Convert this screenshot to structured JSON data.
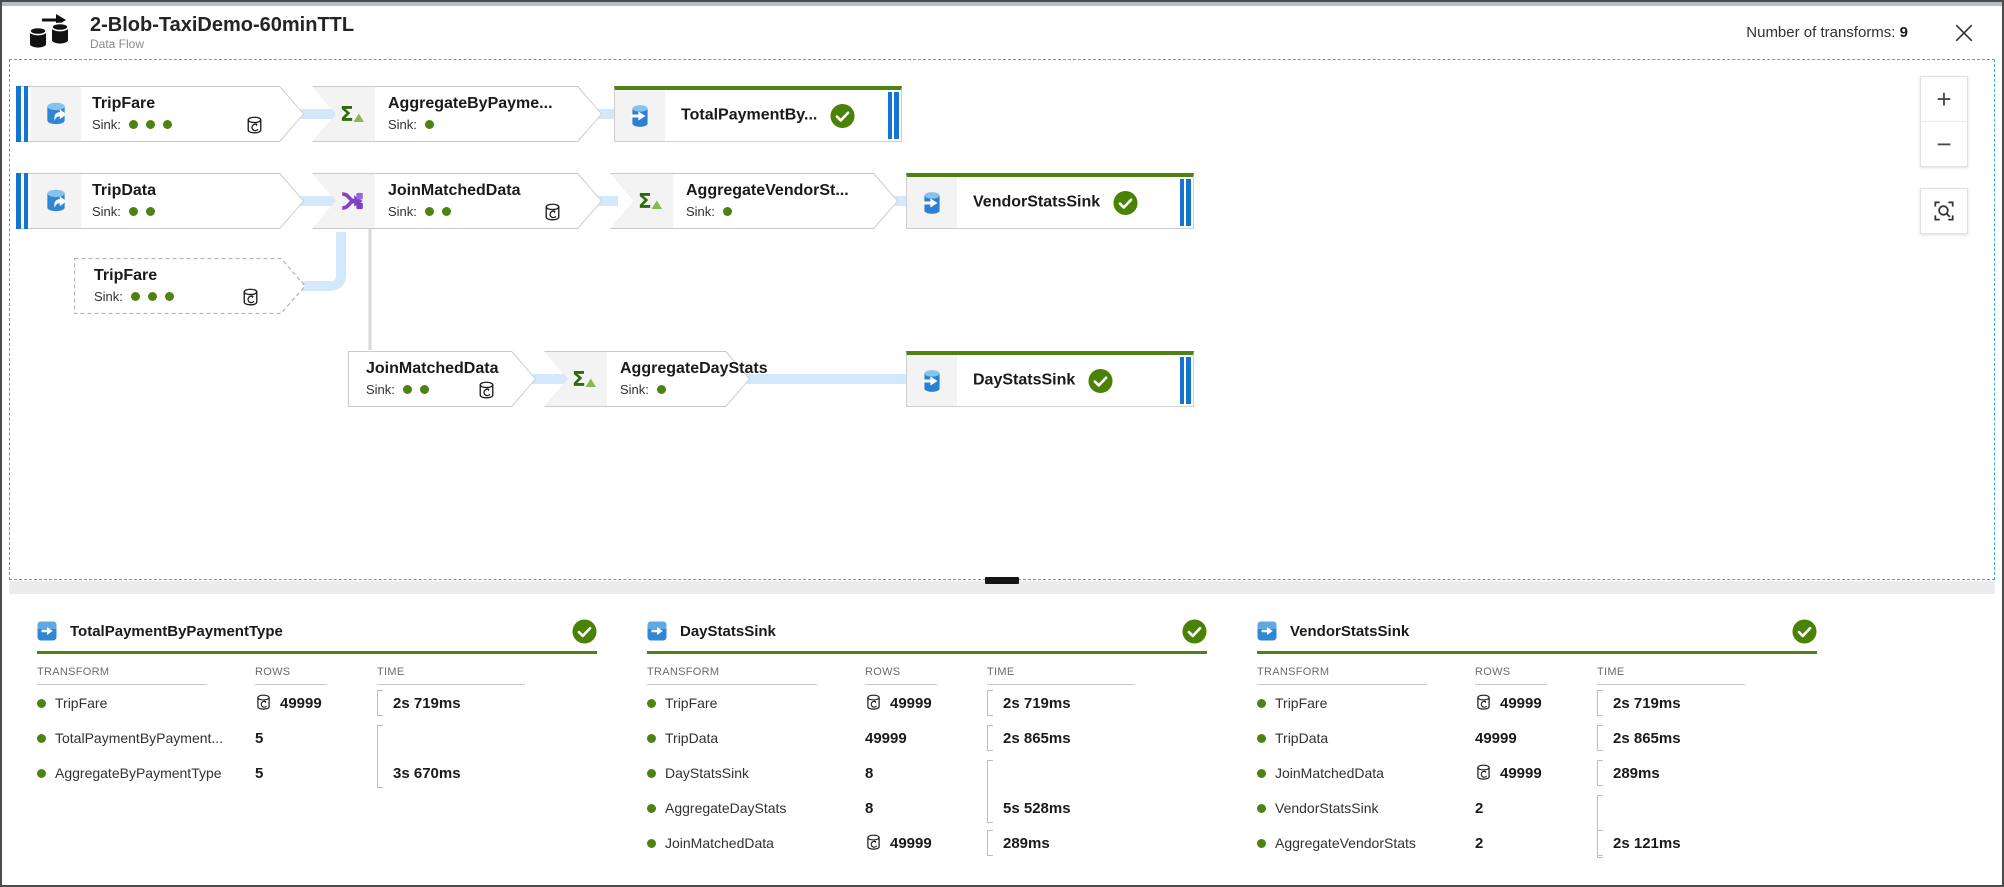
{
  "header": {
    "title": "2-Blob-TaxiDemo-60minTTL",
    "subtitle": "Data Flow",
    "transforms_label": "Number of transforms:",
    "transforms_count": "9"
  },
  "canvas_controls": {
    "zoom_in": "+",
    "zoom_out": "−"
  },
  "colors": {
    "accent_blue": "#1374d4",
    "success_green": "#498205",
    "green_accent": "#4e8212",
    "connector_blue": "#d3e9fb",
    "join_purple": "#8142c8",
    "canvas_selection_blue": "#3eaae4"
  },
  "flow": {
    "sink_label": "Sink:",
    "nodes": [
      {
        "title": "TripFare",
        "dots": 3
      },
      {
        "title": "AggregateByPayme...",
        "dots": 1
      },
      {
        "title": "TotalPaymentBy..."
      },
      {
        "title": "TripData",
        "dots": 2
      },
      {
        "title": "JoinMatchedData",
        "dots": 2
      },
      {
        "title": "AggregateVendorSt...",
        "dots": 1
      },
      {
        "title": "VendorStatsSink"
      },
      {
        "title": "TripFare",
        "dots": 3
      },
      {
        "title": "JoinMatchedData",
        "dots": 2
      },
      {
        "title": "AggregateDayStats",
        "dots": 1
      },
      {
        "title": "DayStatsSink"
      }
    ]
  },
  "tables": [
    {
      "title": "TotalPaymentByPaymentType",
      "columns": [
        "TRANSFORM",
        "ROWS",
        "TIME"
      ],
      "rows": [
        {
          "name": "TripFare",
          "cached": true,
          "rows": "49999",
          "time": "2s 719ms"
        },
        {
          "name": "TotalPaymentByPayment...",
          "cached": false,
          "rows": "5",
          "time": ""
        },
        {
          "name": "AggregateByPaymentType",
          "cached": false,
          "rows": "5",
          "time": "3s 670ms"
        }
      ]
    },
    {
      "title": "DayStatsSink",
      "columns": [
        "TRANSFORM",
        "ROWS",
        "TIME"
      ],
      "rows": [
        {
          "name": "TripFare",
          "cached": true,
          "rows": "49999",
          "time": "2s 719ms"
        },
        {
          "name": "TripData",
          "cached": false,
          "rows": "49999",
          "time": "2s 865ms"
        },
        {
          "name": "DayStatsSink",
          "cached": false,
          "rows": "8",
          "time": ""
        },
        {
          "name": "AggregateDayStats",
          "cached": false,
          "rows": "8",
          "time": "5s 528ms"
        },
        {
          "name": "JoinMatchedData",
          "cached": true,
          "rows": "49999",
          "time": "289ms"
        }
      ]
    },
    {
      "title": "VendorStatsSink",
      "columns": [
        "TRANSFORM",
        "ROWS",
        "TIME"
      ],
      "rows": [
        {
          "name": "TripFare",
          "cached": true,
          "rows": "49999",
          "time": "2s 719ms"
        },
        {
          "name": "TripData",
          "cached": false,
          "rows": "49999",
          "time": "2s 865ms"
        },
        {
          "name": "JoinMatchedData",
          "cached": true,
          "rows": "49999",
          "time": "289ms"
        },
        {
          "name": "VendorStatsSink",
          "cached": false,
          "rows": "2",
          "time": ""
        },
        {
          "name": "AggregateVendorStats",
          "cached": false,
          "rows": "2",
          "time": "2s 121ms"
        }
      ]
    }
  ]
}
